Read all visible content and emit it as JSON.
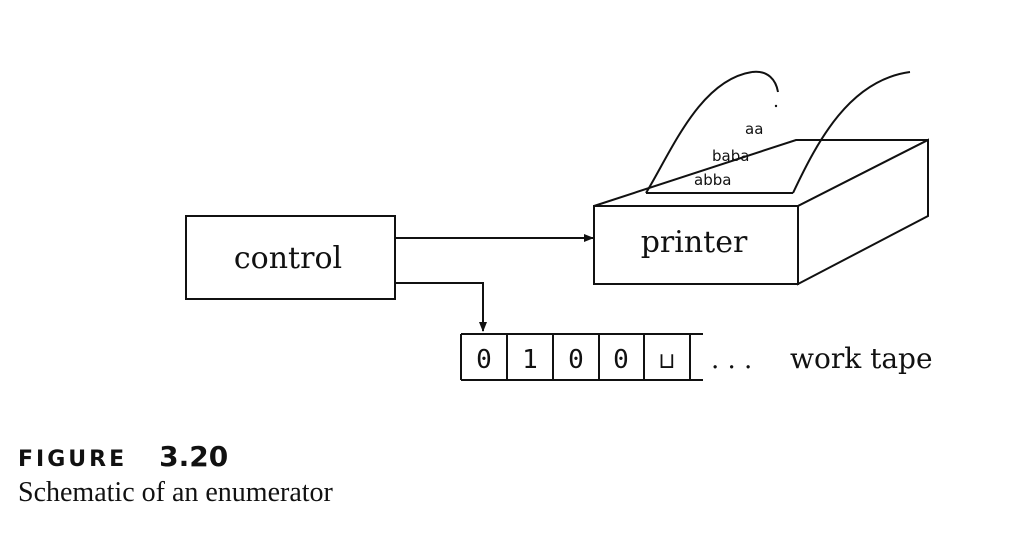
{
  "diagram": {
    "control_label": "control",
    "printer_label": "printer",
    "paper_lines": [
      "aa",
      "baba",
      "abba"
    ],
    "tape_cells": [
      "0",
      "1",
      "0",
      "0",
      "⊔"
    ],
    "tape_ellipsis": ". . .",
    "tape_label": "work tape"
  },
  "caption": {
    "figure_word": "FIGURE",
    "figure_number": "3.20",
    "text": "Schematic of an enumerator"
  }
}
